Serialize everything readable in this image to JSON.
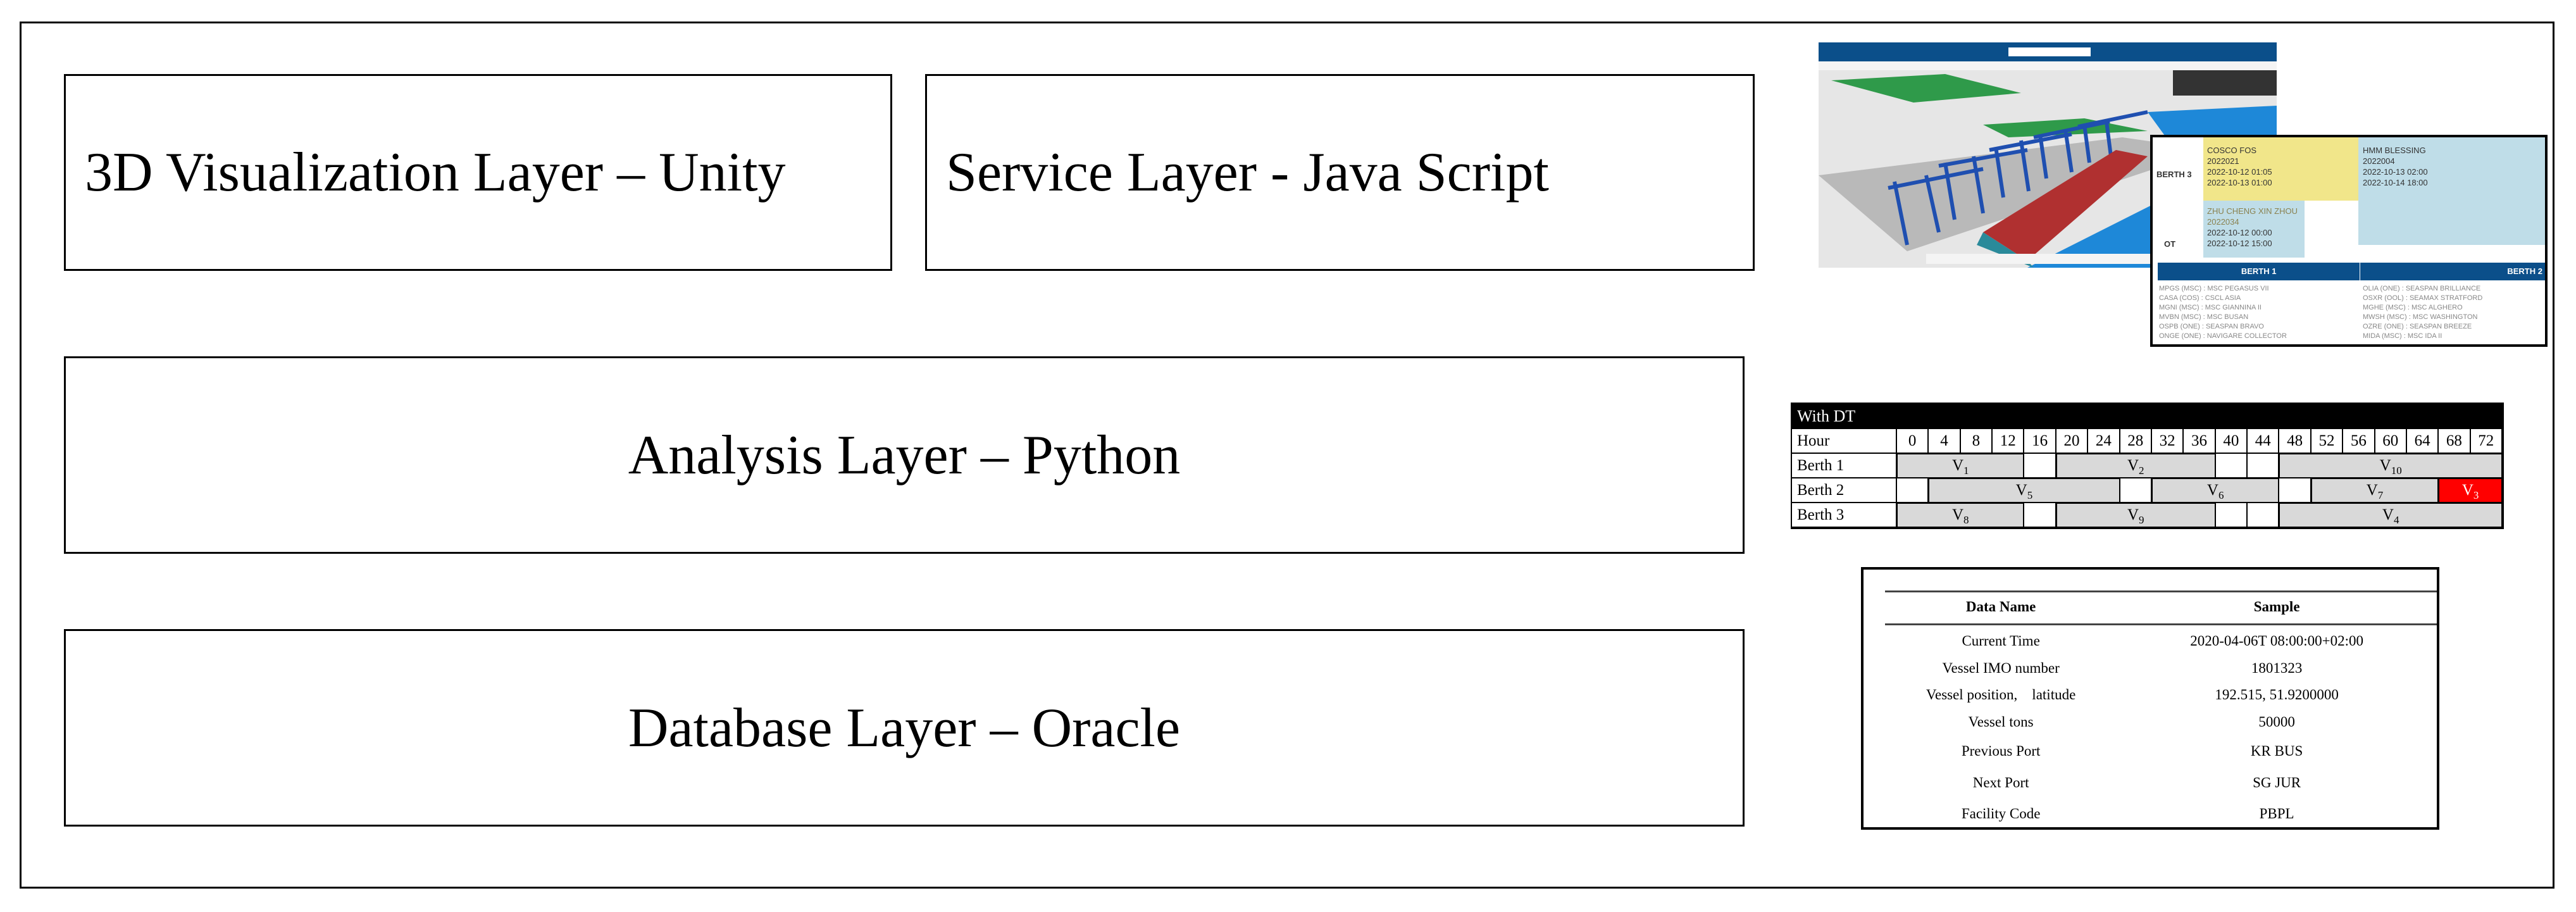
{
  "layers": {
    "visualization": "3D Visualization Layer – Unity",
    "service": "Service Layer - Java Script",
    "analysis": "Analysis Layer – Python",
    "database": "Database Layer – Oracle"
  },
  "schedule_panel": {
    "berth_label": "BERTH 3",
    "ot_label": "OT",
    "yellow_block": [
      "COSCO FOS",
      "2022021",
      "2022-10-12 01:05",
      "2022-10-13 01:00"
    ],
    "blue_block": [
      "HMM BLESSING",
      "2022004",
      "2022-10-13 02:00",
      "2022-10-14 18:00"
    ],
    "lower_block": [
      "ZHU CHENG XIN ZHOU",
      "2022034",
      "2022-10-12 00:00",
      "2022-10-12 15:00"
    ],
    "columns": [
      {
        "header": "BERTH 1",
        "items": [
          "MPGS (MSC) : MSC PEGASUS VII",
          "CASA (COS) : CSCL ASIA",
          "MGNI (MSC) : MSC GIANNINA II",
          "MVBN (MSC) : MSC BUSAN",
          "OSPB (ONE) : SEASPAN BRAVO",
          "ONGE (ONE) : NAVIGARE COLLECTOR"
        ]
      },
      {
        "header": "BERTH 2",
        "items": [
          "OLIA (ONE) : SEASPAN BRILLIANCE",
          "OSXR (OOL) : SEAMAX STRATFORD",
          "MGHE (MSC) : MSC ALGHERO",
          "MWSH (MSC) : MSC WASHINGTON",
          "OZRE (ONE) : SEASPAN BREEZE",
          "MIDA (MSC) : MSC IDA II"
        ]
      }
    ],
    "header_color": "#0b4f8a"
  },
  "gantt": {
    "title": "With DT",
    "hour_label": "Hour",
    "hours": [
      "0",
      "4",
      "8",
      "12",
      "16",
      "20",
      "24",
      "28",
      "32",
      "36",
      "40",
      "44",
      "48",
      "52",
      "56",
      "60",
      "64",
      "68",
      "72"
    ],
    "berths": [
      {
        "label": "Berth 1",
        "vessels": [
          {
            "name": "V",
            "sub": "1",
            "start": 0,
            "end": 12
          },
          {
            "name": "V",
            "sub": "2",
            "start": 20,
            "end": 36
          },
          {
            "name": "V",
            "sub": "10",
            "start": 48,
            "end": 72
          }
        ]
      },
      {
        "label": "Berth 2",
        "vessels": [
          {
            "name": "V",
            "sub": "5",
            "start": 4,
            "end": 24
          },
          {
            "name": "V",
            "sub": "6",
            "start": 32,
            "end": 44
          },
          {
            "name": "V",
            "sub": "7",
            "start": 52,
            "end": 64
          },
          {
            "name": "V",
            "sub": "3",
            "start": 68,
            "end": 72,
            "highlight": true
          }
        ]
      },
      {
        "label": "Berth 3",
        "vessels": [
          {
            "name": "V",
            "sub": "8",
            "start": 0,
            "end": 12
          },
          {
            "name": "V",
            "sub": "9",
            "start": 20,
            "end": 36
          },
          {
            "name": "V",
            "sub": "4",
            "start": 48,
            "end": 72
          }
        ]
      }
    ],
    "bar_color": "#d9d9d9",
    "highlight_color": "#ff0000"
  },
  "data_table": {
    "headers": [
      "Data Name",
      "Sample"
    ],
    "rows": [
      [
        "Current Time",
        "2020-04-06T 08:00:00+02:00"
      ],
      [
        "Vessel IMO number",
        "1801323"
      ],
      [
        "Vessel position,    latitude",
        "192.515, 51.9200000"
      ],
      [
        "Vessel tons",
        "50000"
      ],
      [
        "Previous Port",
        "KR BUS"
      ],
      [
        "Next Port",
        "SG JUR"
      ],
      [
        "Facility Code",
        "PBPL"
      ]
    ]
  }
}
